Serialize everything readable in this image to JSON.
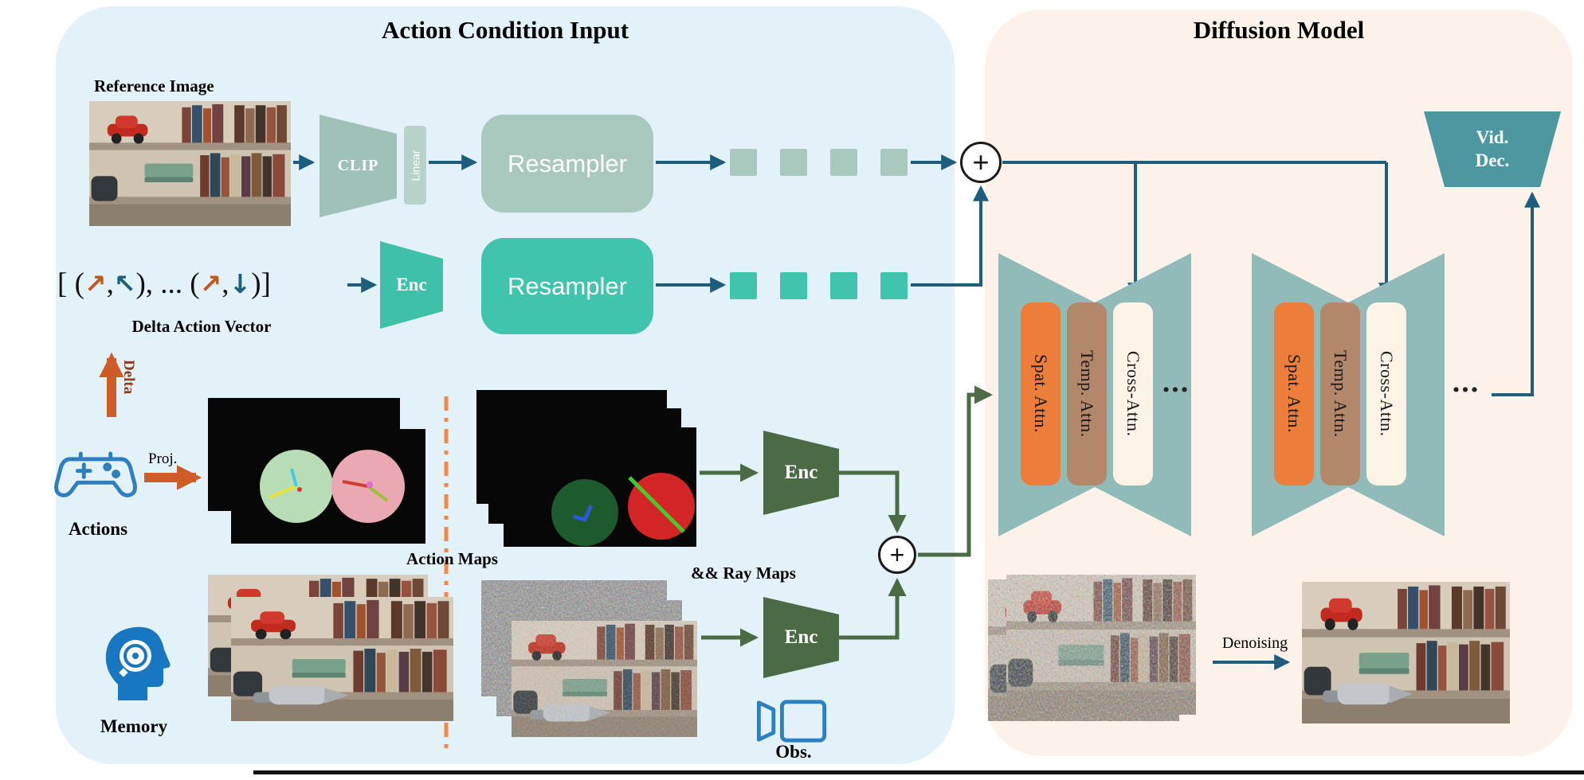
{
  "left_panel": {
    "title": "Action Condition Input",
    "reference_image_label": "Reference Image",
    "clip_label": "CLIP",
    "linear_label": "Linear",
    "resampler_top_label": "Resampler",
    "resampler_bottom_label": "Resampler",
    "enc_action_label": "Enc",
    "delta_vector": {
      "prefix": "[ (",
      "pair1_first": "↗",
      "comma": ",",
      "pair1_second": "↖",
      "separator": "), ... (",
      "pair2_first": "↗",
      "pair2_second": "↓",
      "suffix": ")]"
    },
    "delta_action_vector_label": "Delta Action Vector",
    "delta_arrow_label": "Delta",
    "proj_arrow_label": "Proj.",
    "actions_label": "Actions",
    "action_maps_label": "Action Maps",
    "ray_maps_label": "&& Ray Maps",
    "enc_maps_label": "Enc",
    "enc_obs_label": "Enc",
    "memory_label": "Memory",
    "obs_label": "Obs.",
    "plus_top": "+",
    "plus_bottom": "+"
  },
  "right_panel": {
    "title": "Diffusion Model",
    "blocks": [
      {
        "spat": "Spat. Attn.",
        "temp": "Temp. Attn.",
        "cross": "Cross-Attn.",
        "dots": "..."
      },
      {
        "spat": "Spat. Attn.",
        "temp": "Temp. Attn.",
        "cross": "Cross-Attn.",
        "dots": "..."
      }
    ],
    "vid_dec": {
      "line1": "Vid.",
      "line2": "Dec."
    },
    "denoising_label": "Denoising"
  },
  "colors": {
    "left_panel_bg": "#e3f1f9",
    "right_panel_bg": "#fdf2ea",
    "sage": "#a9c9bf",
    "teal": "#41c4ad",
    "encoder_dark_green": "#4a6b44",
    "unet_teal": "#90bbb9",
    "spat_attn_orange": "#ed7d3a",
    "temp_attn_tan": "#b3886a",
    "cross_attn_cream": "#fdf3e7",
    "vid_dec_teal": "#4d97a0",
    "arrow_blue": "#1d5d7e",
    "arrow_orange": "#cd5c28",
    "divider_orange": "#f2884a"
  }
}
